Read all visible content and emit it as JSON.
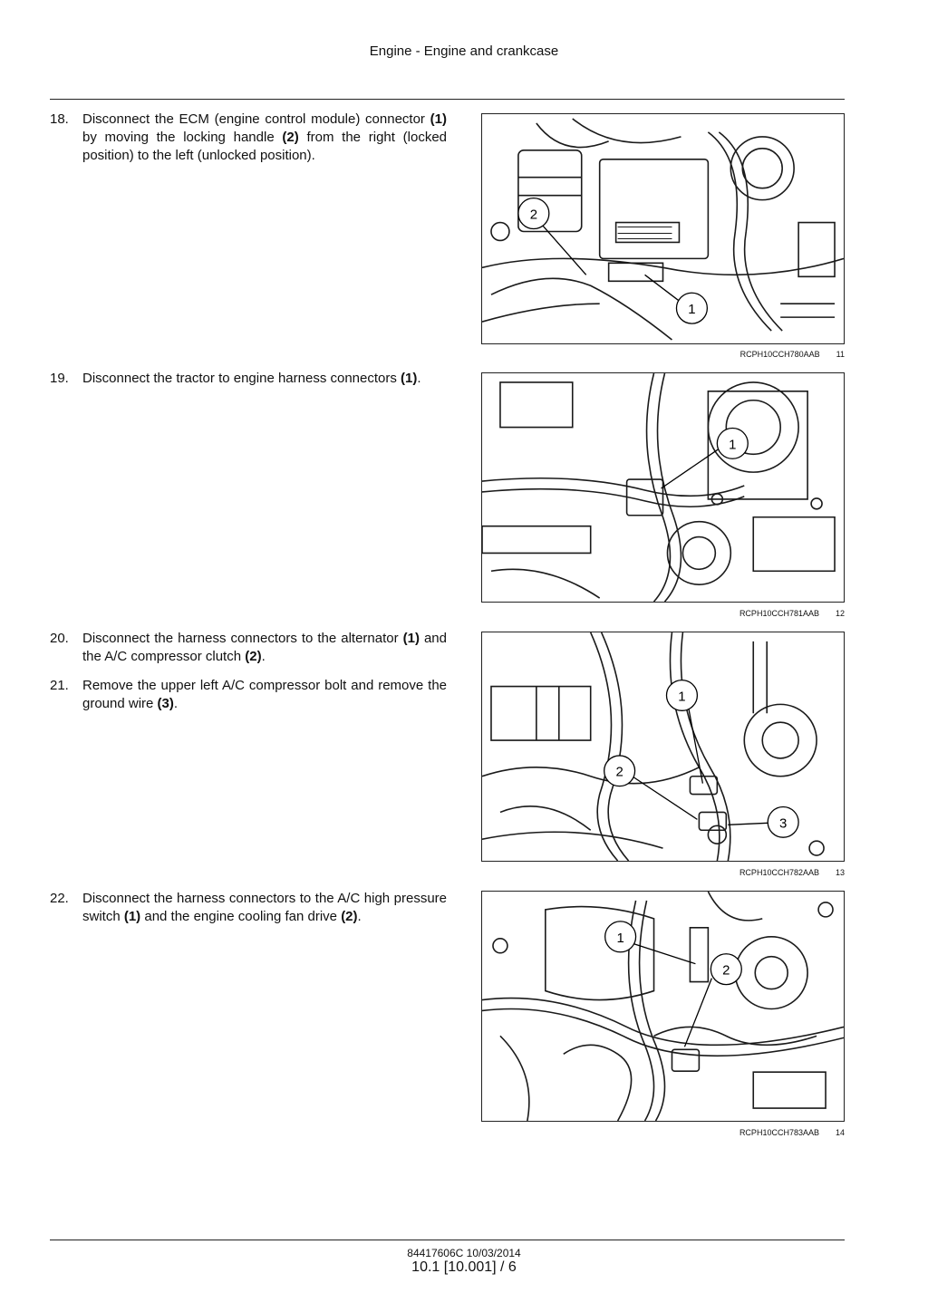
{
  "header": {
    "title": "Engine - Engine and crankcase"
  },
  "steps": [
    {
      "num": "18.",
      "parts": [
        {
          "t": "Disconnect the ECM (engine control module) connector "
        },
        {
          "t": "(1)",
          "b": true
        },
        {
          "t": " by moving the locking handle "
        },
        {
          "t": "(2)",
          "b": true
        },
        {
          "t": " from the right (locked position) to the left (unlocked position)."
        }
      ]
    },
    {
      "num": "19.",
      "parts": [
        {
          "t": "Disconnect the tractor to engine harness connectors "
        },
        {
          "t": "(1)",
          "b": true
        },
        {
          "t": "."
        }
      ]
    },
    {
      "num": "20.",
      "parts": [
        {
          "t": "Disconnect the harness connectors to the alternator "
        },
        {
          "t": "(1)",
          "b": true
        },
        {
          "t": " and the A/C compressor clutch "
        },
        {
          "t": "(2)",
          "b": true
        },
        {
          "t": "."
        }
      ]
    },
    {
      "num": "21.",
      "parts": [
        {
          "t": "Remove the upper left A/C compressor bolt and remove the ground wire "
        },
        {
          "t": "(3)",
          "b": true
        },
        {
          "t": "."
        }
      ]
    },
    {
      "num": "22.",
      "parts": [
        {
          "t": "Disconnect the harness connectors to the A/C high pressure switch "
        },
        {
          "t": "(1)",
          "b": true
        },
        {
          "t": " and the engine cooling fan drive "
        },
        {
          "t": "(2)",
          "b": true
        },
        {
          "t": "."
        }
      ]
    }
  ],
  "figures": [
    {
      "code": "RCPH10CCH780AAB",
      "number": "11",
      "callouts": [
        "2",
        "1"
      ]
    },
    {
      "code": "RCPH10CCH781AAB",
      "number": "12",
      "callouts": [
        "1"
      ]
    },
    {
      "code": "RCPH10CCH782AAB",
      "number": "13",
      "callouts": [
        "1",
        "2",
        "3"
      ]
    },
    {
      "code": "RCPH10CCH783AAB",
      "number": "14",
      "callouts": [
        "1",
        "2"
      ]
    }
  ],
  "footer": {
    "doc_code": "84417606C 10/03/2014",
    "page": "10.1 [10.001] / 6"
  }
}
